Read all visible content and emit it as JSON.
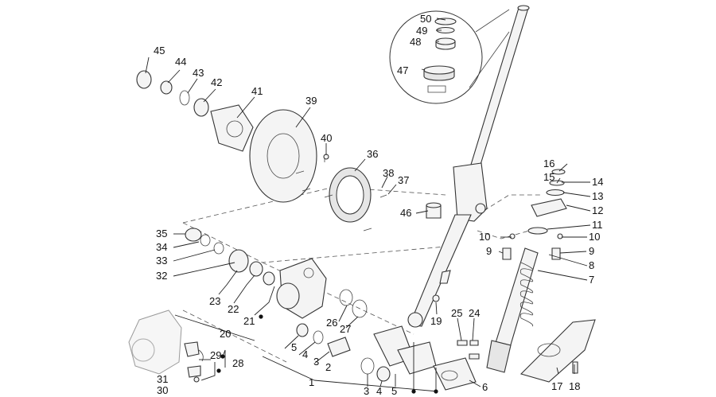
{
  "diagram": {
    "labels": {
      "p1": "1",
      "p2": "2",
      "p3a": "3",
      "p3b": "3",
      "p4a": "4",
      "p4b": "4",
      "p5a": "5",
      "p5b": "5",
      "p6": "6",
      "p7": "7",
      "p8": "8",
      "p9a": "9",
      "p9b": "9",
      "p10a": "10",
      "p10b": "10",
      "p11": "11",
      "p12": "12",
      "p13": "13",
      "p14": "14",
      "p15": "15",
      "p16": "16",
      "p17": "17",
      "p18": "18",
      "p19": "19",
      "p20": "20",
      "p21": "21",
      "p22": "22",
      "p23": "23",
      "p24": "24",
      "p25": "25",
      "p26": "26",
      "p27": "27",
      "p28": "28",
      "p29": "29",
      "p30": "30",
      "p31": "31",
      "p32": "32",
      "p33": "33",
      "p34": "34",
      "p35": "35",
      "p36": "36",
      "p37": "37",
      "p38": "38",
      "p39": "39",
      "p40": "40",
      "p41": "41",
      "p42": "42",
      "p43": "43",
      "p44": "44",
      "p45": "45",
      "p46": "46",
      "p47": "47",
      "p48": "48",
      "p49": "49",
      "p50": "50"
    }
  }
}
